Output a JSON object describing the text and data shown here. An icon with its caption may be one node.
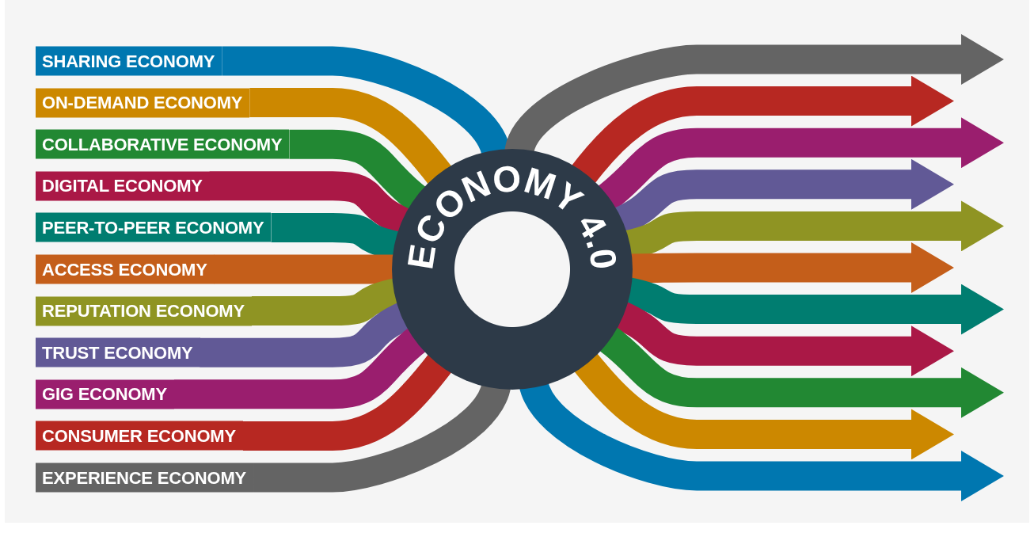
{
  "diagram": {
    "nodes": [
      {
        "text": [
          "SHARING ECONOMY"
        ]
      },
      {
        "text": [
          "ON-DEMAND ECONOMY"
        ]
      },
      {
        "text": [
          "COLLABORATIVE ECONOMY"
        ]
      },
      {
        "text": [
          "DIGITAL ECONOMY"
        ]
      },
      {
        "text": [
          "PEER-TO-PEER ECONOMY"
        ]
      },
      {
        "text": [
          "ACCESS ECONOMY"
        ]
      },
      {
        "text": [
          "REPUTATION ECONOMY"
        ]
      },
      {
        "text": [
          "TRUST ECONOMY"
        ]
      },
      {
        "text": [
          "GIG ECONOMY"
        ]
      },
      {
        "text": [
          "CONSUMER ECONOMY"
        ]
      },
      {
        "text": [
          "EXPERIENCE ECONOMY"
        ]
      },
      {
        "text": [
          "ECONOMY 4.0"
        ]
      }
    ],
    "edges": [
      {
        "from": 0,
        "to": 11,
        "arrow": "none",
        "color": "#0077b0"
      },
      {
        "from": 1,
        "to": 11,
        "arrow": "none",
        "color": "#cc8800"
      },
      {
        "from": 2,
        "to": 11,
        "arrow": "none",
        "color": "#228833"
      },
      {
        "from": 3,
        "to": 11,
        "arrow": "none",
        "color": "#aa1846"
      },
      {
        "from": 4,
        "to": 11,
        "arrow": "none",
        "color": "#007d70"
      },
      {
        "from": 5,
        "to": 11,
        "arrow": "none",
        "color": "#c45e1a"
      },
      {
        "from": 6,
        "to": 11,
        "arrow": "none",
        "color": "#8f9423"
      },
      {
        "from": 7,
        "to": 11,
        "arrow": "none",
        "color": "#615996"
      },
      {
        "from": 8,
        "to": 11,
        "arrow": "none",
        "color": "#9a1e6e"
      },
      {
        "from": 9,
        "to": 11,
        "arrow": "none",
        "color": "#b72822"
      },
      {
        "from": 10,
        "to": 11,
        "arrow": "none",
        "color": "#646464"
      },
      {
        "from": 11,
        "to": null,
        "arrow": "to",
        "color": "#646464"
      },
      {
        "from": 11,
        "to": null,
        "arrow": "to",
        "color": "#b72822"
      },
      {
        "from": 11,
        "to": null,
        "arrow": "to",
        "color": "#9a1e6e"
      },
      {
        "from": 11,
        "to": null,
        "arrow": "to",
        "color": "#615996"
      },
      {
        "from": 11,
        "to": null,
        "arrow": "to",
        "color": "#8f9423"
      },
      {
        "from": 11,
        "to": null,
        "arrow": "to",
        "color": "#c45e1a"
      },
      {
        "from": 11,
        "to": null,
        "arrow": "to",
        "color": "#007d70"
      },
      {
        "from": 11,
        "to": null,
        "arrow": "to",
        "color": "#aa1846"
      },
      {
        "from": 11,
        "to": null,
        "arrow": "to",
        "color": "#228833"
      },
      {
        "from": 11,
        "to": null,
        "arrow": "to",
        "color": "#cc8800"
      },
      {
        "from": 11,
        "to": null,
        "arrow": "to",
        "color": "#0077b0"
      }
    ]
  }
}
